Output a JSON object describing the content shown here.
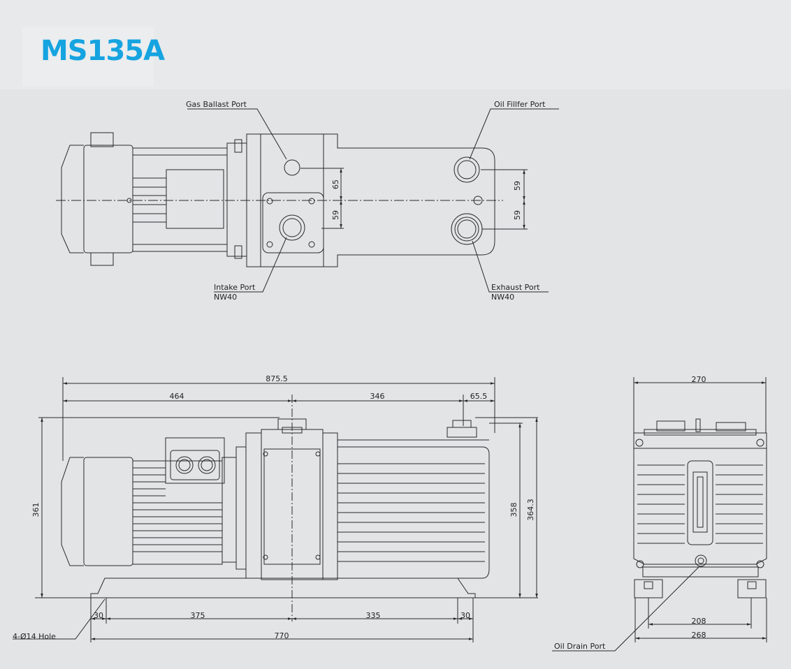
{
  "title": "MS135A",
  "colors": {
    "accent": "#16a4e0",
    "line": "#2a2a2a"
  },
  "top_view": {
    "labels": {
      "gas_ballast_port": "Gas Ballast Port",
      "oil_filler_port": "Oil Fillfer Port",
      "intake_port": "Intake Port",
      "intake_size": "NW40",
      "exhaust_port": "Exhaust Port",
      "exhaust_size": "NW40"
    },
    "dims": {
      "d65": "65",
      "d59_left": "59",
      "d59_right_top": "59",
      "d59_right_bottom": "59"
    }
  },
  "side_view": {
    "dims": {
      "overall_length": "875.5",
      "motor_part": "464",
      "pump_part": "346",
      "exhaust_offset": "65.5",
      "height_left": "361",
      "height_358": "358",
      "height_364": "364.3",
      "base_30_left": "30",
      "base_375": "375",
      "base_335": "335",
      "base_30_right": "30",
      "base_770": "770"
    },
    "labels": {
      "holes": "4-Ø14 Hole"
    }
  },
  "front_view": {
    "dims": {
      "width_270": "270",
      "width_208": "208",
      "width_268": "268"
    },
    "labels": {
      "oil_drain_port": "Oil Drain Port"
    }
  }
}
